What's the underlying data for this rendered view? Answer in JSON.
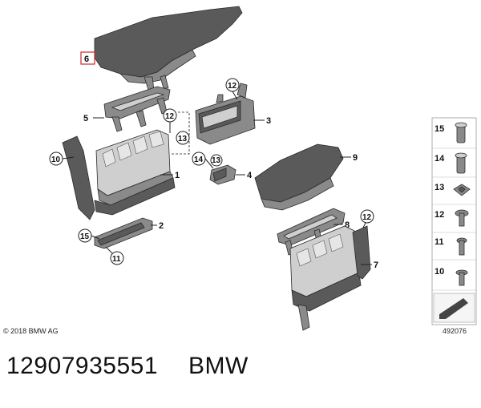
{
  "copyright": "© 2018 BMW AG",
  "diagram_id": "492076",
  "caption": {
    "part_number": "12907935551",
    "brand": "BMW"
  },
  "labels": {
    "l6": "6",
    "l5": "5",
    "l3": "3",
    "l12a": "12",
    "l12b": "12",
    "l12c": "12",
    "l13a": "13",
    "l10": "10",
    "l1": "1",
    "l14": "14",
    "l4": "4",
    "l2": "2",
    "l15": "15",
    "l11": "11",
    "l9": "9",
    "l8": "8",
    "l7": "7"
  },
  "legend": [
    {
      "id": "15"
    },
    {
      "id": "14"
    },
    {
      "id": "13"
    },
    {
      "id": "12"
    },
    {
      "id": "11"
    },
    {
      "id": "10"
    }
  ]
}
